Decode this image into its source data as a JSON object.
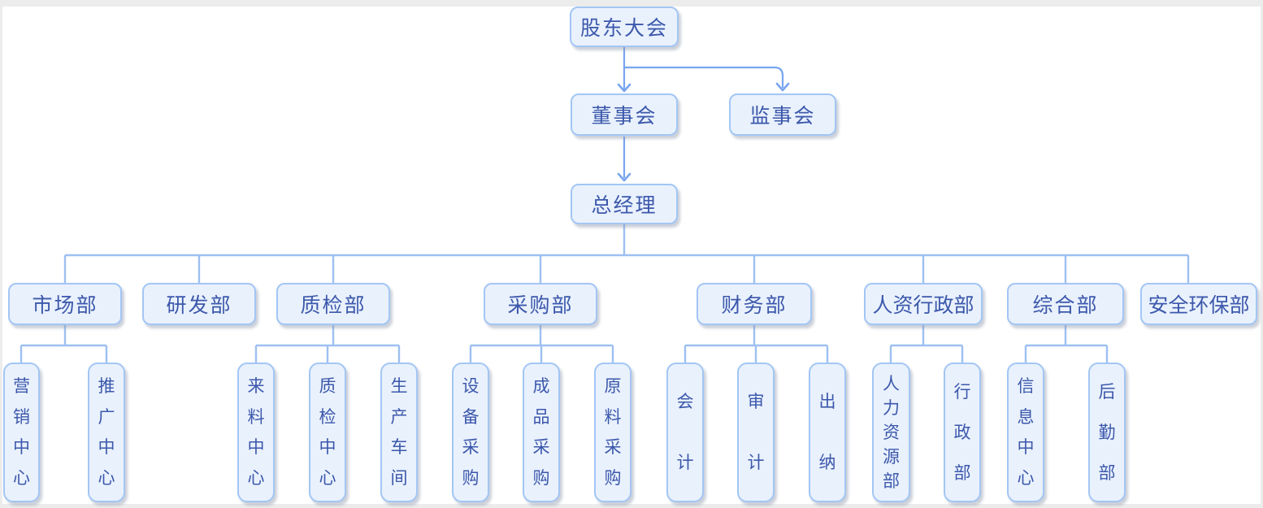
{
  "colors": {
    "page_bg": "#ececec",
    "canvas_bg": "#ffffff",
    "node_fill": "#e9f1fd",
    "node_border": "#a3c6f4",
    "node_text": "#3c58ab",
    "line": "#9dc0f2",
    "arrow": "#79a5ef"
  },
  "nodes": {
    "shareholders_meeting": {
      "label": "股东大会"
    },
    "board_of_directors": {
      "label": "董事会"
    },
    "supervisory_board": {
      "label": "监事会"
    },
    "general_manager": {
      "label": "总经理"
    },
    "marketing_dept": {
      "label": "市场部"
    },
    "rnd_dept": {
      "label": "研发部"
    },
    "quality_dept": {
      "label": "质检部"
    },
    "purchasing_dept": {
      "label": "采购部"
    },
    "finance_dept": {
      "label": "财务部"
    },
    "hr_admin_dept": {
      "label": "人资行政部"
    },
    "general_affairs_dept": {
      "label": "综合部"
    },
    "safety_env_dept": {
      "label": "安全环保部"
    },
    "marketing_center": {
      "label": "营销中心"
    },
    "promotion_center": {
      "label": "推广中心"
    },
    "incoming_material_center": {
      "label": "来料中心"
    },
    "quality_inspection_center": {
      "label": "质检中心"
    },
    "production_workshop": {
      "label": "生产车间"
    },
    "equipment_purchasing": {
      "label": "设备采购"
    },
    "finished_goods_purchasing": {
      "label": "成品采购"
    },
    "raw_material_purchasing": {
      "label": "原料采购"
    },
    "accounting": {
      "label": "会计"
    },
    "auditing": {
      "label": "审计"
    },
    "cashier": {
      "label": "出纳"
    },
    "human_resources_dept": {
      "label": "人力资源部"
    },
    "administration_dept": {
      "label": "行政部"
    },
    "information_center": {
      "label": "信息中心"
    },
    "logistics_dept": {
      "label": "后勤部"
    }
  },
  "structure": [
    {
      "parent": "shareholders_meeting",
      "children": [
        "board_of_directors",
        "supervisory_board"
      ],
      "connector": "arrow"
    },
    {
      "parent": "board_of_directors",
      "children": [
        "general_manager"
      ],
      "connector": "arrow"
    },
    {
      "parent": "general_manager",
      "children": [
        "marketing_dept",
        "rnd_dept",
        "quality_dept",
        "purchasing_dept",
        "finance_dept",
        "hr_admin_dept",
        "general_affairs_dept",
        "safety_env_dept"
      ],
      "connector": "line"
    },
    {
      "parent": "marketing_dept",
      "children": [
        "marketing_center",
        "promotion_center"
      ],
      "connector": "line"
    },
    {
      "parent": "quality_dept",
      "children": [
        "incoming_material_center",
        "quality_inspection_center",
        "production_workshop"
      ],
      "connector": "line"
    },
    {
      "parent": "purchasing_dept",
      "children": [
        "equipment_purchasing",
        "finished_goods_purchasing",
        "raw_material_purchasing"
      ],
      "connector": "line"
    },
    {
      "parent": "finance_dept",
      "children": [
        "accounting",
        "auditing",
        "cashier"
      ],
      "connector": "line"
    },
    {
      "parent": "hr_admin_dept",
      "children": [
        "human_resources_dept",
        "administration_dept"
      ],
      "connector": "line"
    },
    {
      "parent": "general_affairs_dept",
      "children": [
        "information_center",
        "logistics_dept"
      ],
      "connector": "line"
    }
  ]
}
